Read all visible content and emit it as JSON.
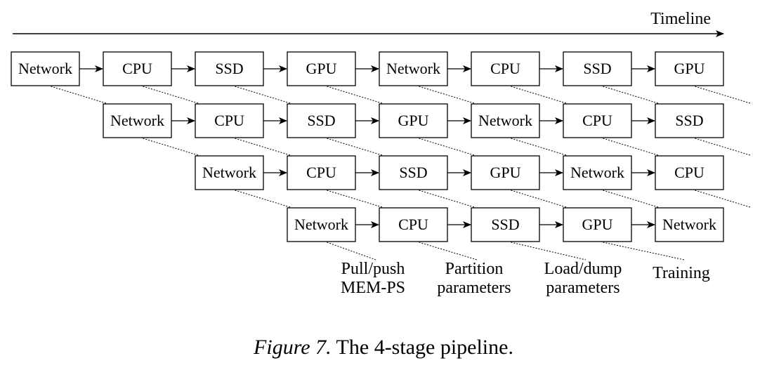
{
  "timeline_label": "Timeline",
  "rows": [
    [
      "Network",
      "CPU",
      "SSD",
      "GPU",
      "Network",
      "CPU",
      "SSD",
      "GPU"
    ],
    [
      "Network",
      "CPU",
      "SSD",
      "GPU",
      "Network",
      "CPU",
      "SSD"
    ],
    [
      "Network",
      "CPU",
      "SSD",
      "GPU",
      "Network",
      "CPU"
    ],
    [
      "Network",
      "CPU",
      "SSD",
      "GPU",
      "Network"
    ]
  ],
  "stage_labels": [
    [
      "Pull/push",
      "MEM-PS"
    ],
    [
      "Partition",
      "parameters"
    ],
    [
      "Load/dump",
      "parameters"
    ],
    [
      "Training"
    ]
  ],
  "caption": {
    "figure": "Figure 7.",
    "text": "The 4-stage pipeline."
  }
}
